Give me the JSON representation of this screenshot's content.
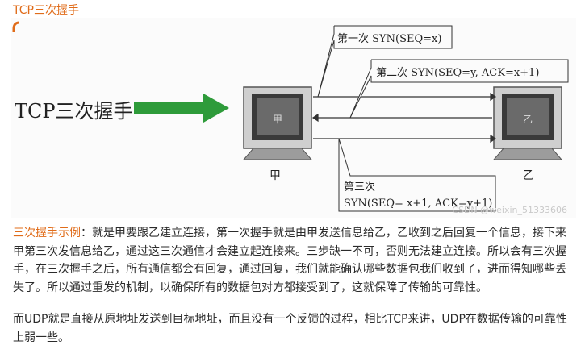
{
  "header": {
    "link_title": "TCP三次握手"
  },
  "figure": {
    "main_label": "TCP三次握手",
    "step1": "第一次 SYN(SEQ=x)",
    "step2": "第二次 SYN(SEQ=y, ACK=x+1)",
    "step3_line1": "第三次",
    "step3_line2": "SYN(SEQ= x+1, ACK=y+1)",
    "left_host": "甲",
    "right_host": "乙",
    "left_screen": "甲",
    "right_screen": "乙",
    "watermark": "CSDN @weixin_51333606",
    "colors": {
      "arrow": "#2e9b3a",
      "screen": "#2b2b2b",
      "monitor": "#bdbdbd"
    }
  },
  "body": {
    "p1_lead": "三次握手示例",
    "p1_text": "：就是甲要跟乙建立连接，第一次握手就是由甲发送信息给乙，乙收到之后回复一个信息，接下来甲第三次发信息给乙，通过这三次通信才会建立起连接来。三步缺一不可，否则无法建立连接。所以会有三次握手，在三次握手之后，所有通信都会有回复，通过回复，我们就能确认哪些数据包我们收到了，进而得知哪些丢失了。所以通过重发的机制，以确保所有的数据包对方都接受到了，这就保障了传输的可靠性。",
    "p2_text": "而UDP就是直接从原地址发送到目标地址，而且没有一个反馈的过程，相比TCP来讲，UDP在数据传输的可靠性上弱一些。"
  }
}
